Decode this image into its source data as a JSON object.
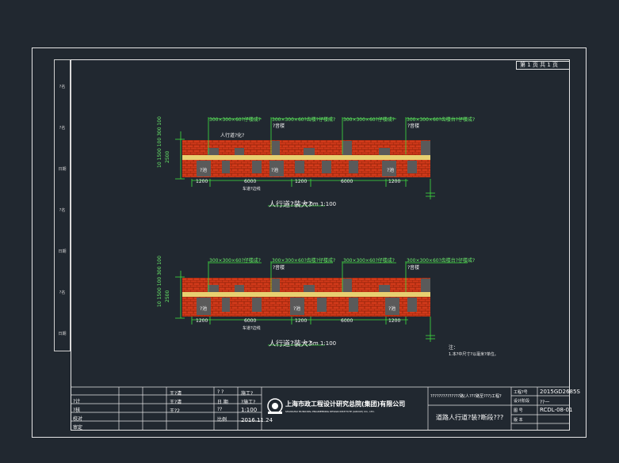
{
  "sheet": {
    "label": "第 1 页 共 1 页"
  },
  "drawing1": {
    "material_labels": [
      "300×300×60?仔楼成?",
      "300×300×60?齿楼?仔楼成?",
      "300×300×60?仔楼成?",
      "300×300×60?齿楼台?仔楼成?"
    ],
    "sub_labels": [
      "人行道?化?",
      "?音楼",
      "?音楼"
    ],
    "dim_left": "10 1500 100 300 100",
    "dim_total": "2500",
    "plot_labels": [
      "?池",
      "?池",
      "?池"
    ],
    "dims_bottom": [
      "1200",
      "6000",
      "1200",
      "6000",
      "1200"
    ],
    "under_label": "车道?边线",
    "caption": "人行道?装大?",
    "caption_scale": "-?.0m  1:100"
  },
  "drawing2": {
    "material_labels": [
      "300×300×60?仔楼成?",
      "300×300×60?齿楼?仔楼成?",
      "300×300×60?仔楼成?",
      "300×300×60?齿楼台?仔楼成?"
    ],
    "sub_labels": [
      "?音楼",
      "?音楼"
    ],
    "dim_left": "10 1500 100 300 100",
    "dim_total": "2500",
    "plot_labels": [
      "?池",
      "?池",
      "?池"
    ],
    "dims_bottom": [
      "1200",
      "6000",
      "1200",
      "6000",
      "1200"
    ],
    "under_label": "车道?边线",
    "caption": "人行道?装大?",
    "caption_scale": "-?.5m  1:100"
  },
  "notes": {
    "title": "注：",
    "line1": "1.本?中尺寸?以毫米?单位。"
  },
  "titleblock": {
    "roles": [
      "?计",
      "?核",
      "校对",
      "审定"
    ],
    "names": [
      "王?清",
      "王?清",
      "王?2"
    ],
    "col2_labels": [
      "?  ?",
      "日  期",
      "??",
      "比例"
    ],
    "col2_values": [
      "施工?",
      "?施工?",
      "1:100",
      "2016.11.24"
    ],
    "company_cn": "上海市政工程设计研究总院(集团)有限公司",
    "company_en": "SHANGHAI MUNICIPAL ENGINEERING DESIGN INSTITUTE (GROUP) CO., LTD.",
    "project": "??????????????路(人???路至???)工程?",
    "drawing_title": "道路人行道?装?断段???",
    "project_no_label": "工程?号",
    "project_no": "2015GD2685S",
    "stage_label": "设计阶段",
    "stage": "??一",
    "drawing_no_label": "图  号",
    "drawing_no": "RCDL-08-01",
    "version_label": "版   本"
  },
  "colors": {
    "background": "#212830",
    "frame": "#e6e6e6",
    "brick": "#d23a1a",
    "grid": "#b02a10",
    "sand": "#e8d070",
    "gray_block": "#5a5a5a",
    "green": "#3fe03f"
  }
}
